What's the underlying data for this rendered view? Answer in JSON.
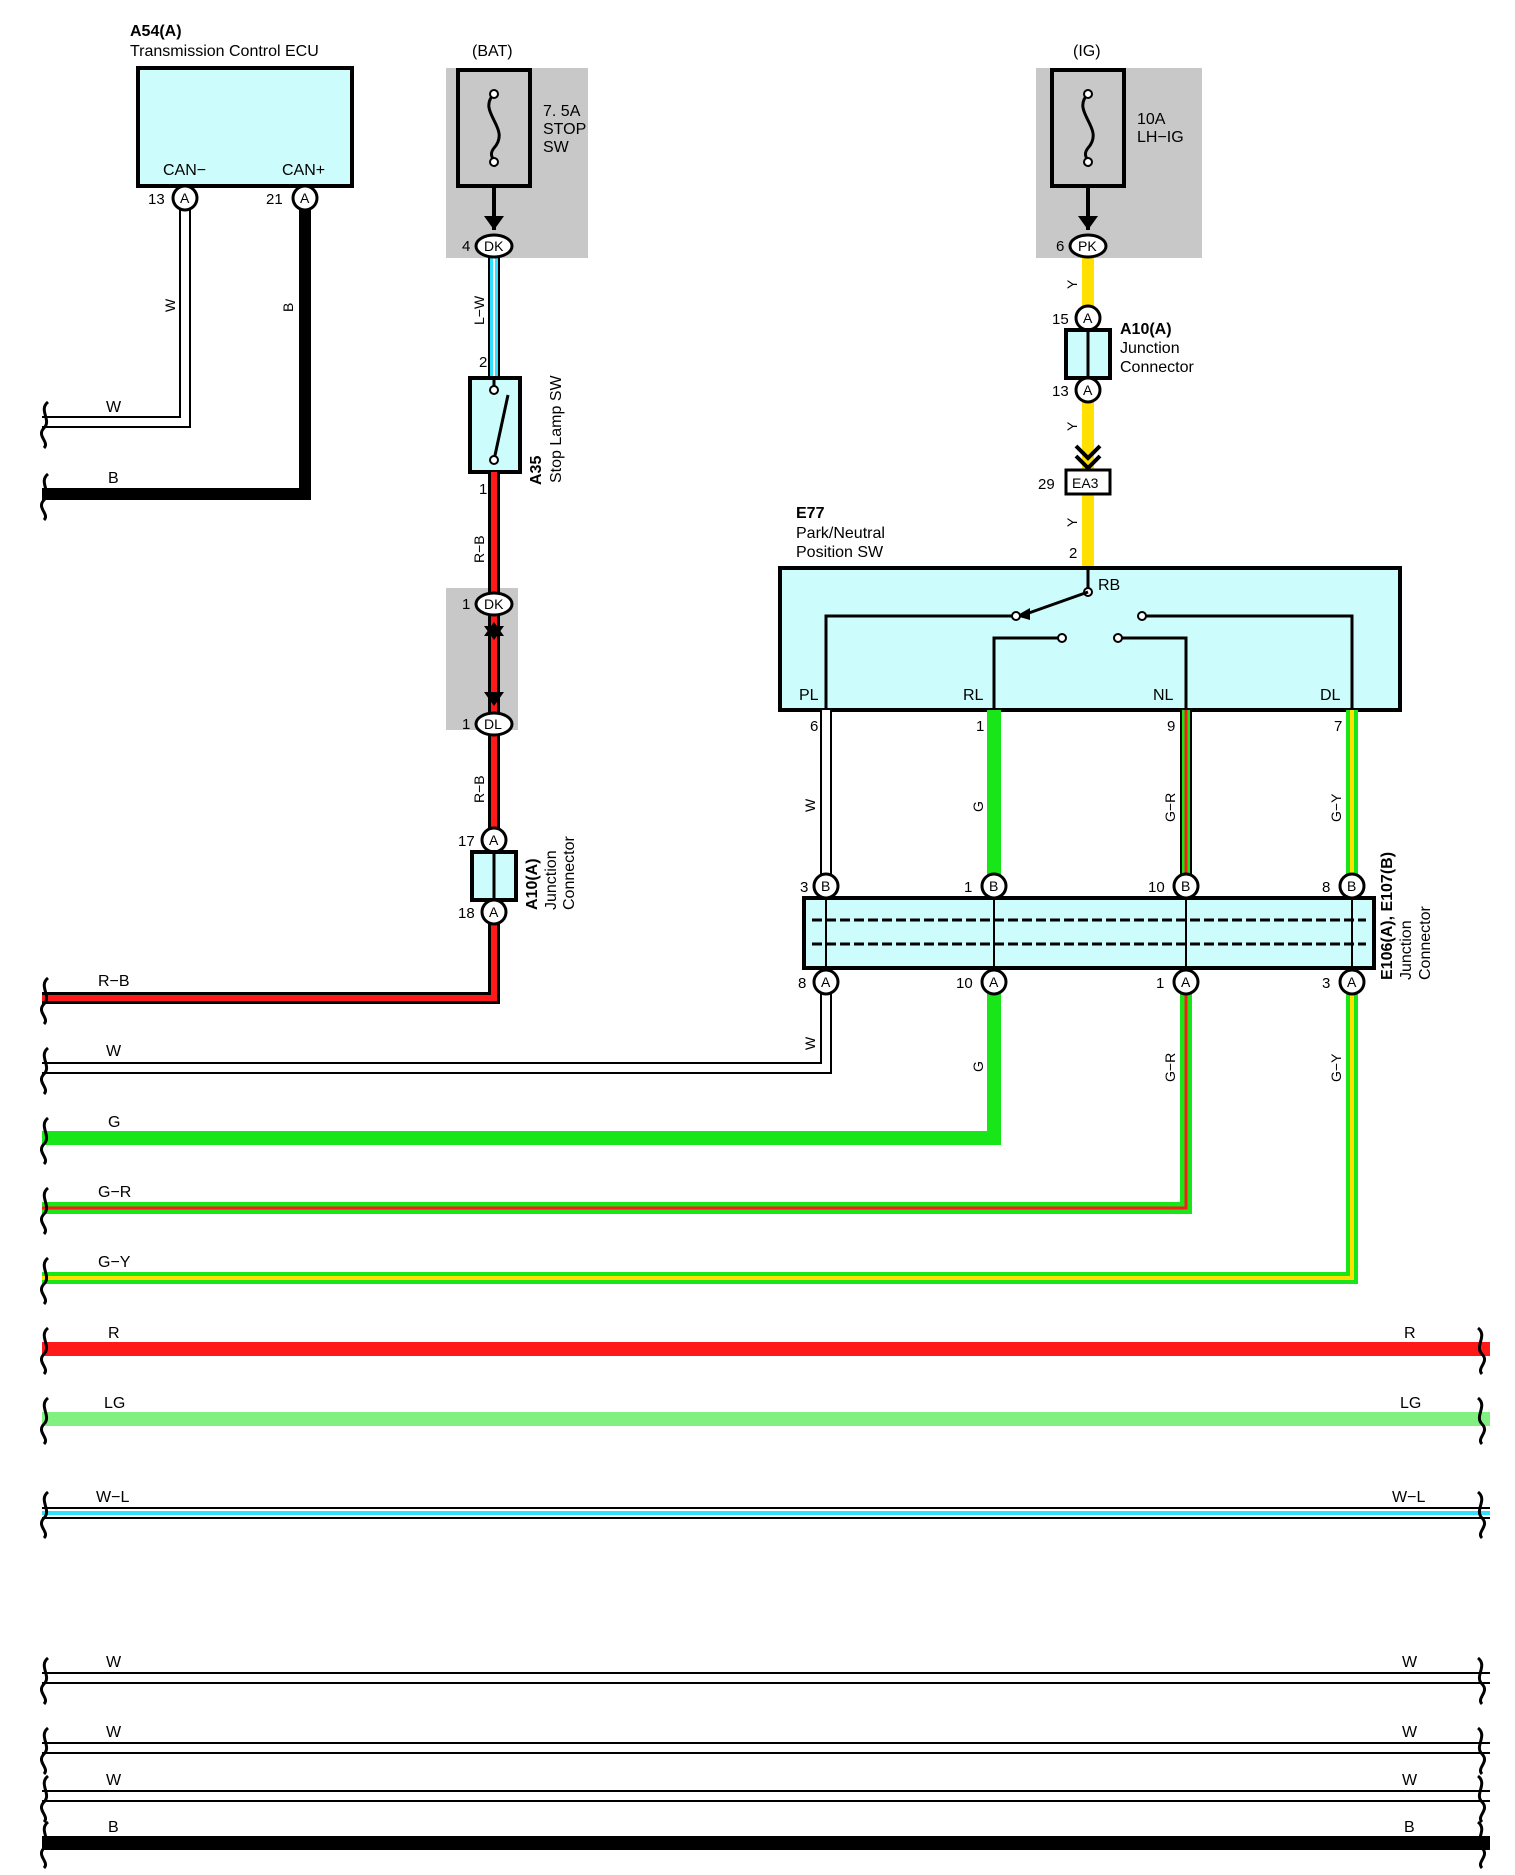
{
  "colors": {
    "W": "#ffffff",
    "B": "#000000",
    "R": "#ff1a1a",
    "G": "#19e619",
    "LG": "#80f080",
    "Y": "#ffe000",
    "L": "#33e0ff",
    "component_fill": "#ccfcfc",
    "fuse_block_fill": "#c8c8c8"
  },
  "ecu": {
    "id": "A54(A)",
    "name": "Transmission Control ECU",
    "pin_left_label": "CAN−",
    "pin_right_label": "CAN+",
    "pin_left_number": "13",
    "pin_right_number": "21",
    "pin_conn": "A",
    "wire_left_color": "W",
    "wire_right_color": "B"
  },
  "bat_fuse": {
    "supply": "(BAT)",
    "rating": "7. 5A",
    "name_line1": "STOP",
    "name_line2": "SW",
    "pin": "4",
    "conn": "DK"
  },
  "ig_fuse": {
    "supply": "(IG)",
    "rating": "10A",
    "name": "LH−IG",
    "pin": "6",
    "conn": "PK"
  },
  "stop_lamp": {
    "id": "A35",
    "name": "Stop Lamp SW",
    "pin_top": "2",
    "pin_bottom": "1",
    "wire_in": "L−W",
    "wire_out": "R−B"
  },
  "dk_dl": {
    "pin_dk": "1",
    "conn_dk": "DK",
    "pin_dl": "1",
    "conn_dl": "DL",
    "wire": "R−B"
  },
  "jc_left": {
    "id": "A10(A)",
    "name_line1": "Junction",
    "name_line2": "Connector",
    "pin_top": "17",
    "pin_bottom": "18",
    "conn": "A"
  },
  "jc_right": {
    "id": "A10(A)",
    "name_line1": "Junction",
    "name_line2": "Connector",
    "pin_top": "15",
    "pin_bottom": "13",
    "conn": "A",
    "wire": "Y"
  },
  "ea3": {
    "pin": "29",
    "conn": "EA3",
    "out_pin": "2"
  },
  "pnp_switch": {
    "id": "E77",
    "name_line1": "Park/Neutral",
    "name_line2": "Position SW",
    "common": "RB",
    "terminals": [
      {
        "label": "PL",
        "pin": "6",
        "wire": "W"
      },
      {
        "label": "RL",
        "pin": "1",
        "wire": "G"
      },
      {
        "label": "NL",
        "pin": "9",
        "wire": "G−R"
      },
      {
        "label": "DL",
        "pin": "7",
        "wire": "G−Y"
      }
    ]
  },
  "jc_e106": {
    "id": "E106(A), E107(B)",
    "name_line1": "Junction",
    "name_line2": "Connector",
    "top_pins": [
      {
        "pin": "3",
        "conn": "B"
      },
      {
        "pin": "1",
        "conn": "B"
      },
      {
        "pin": "10",
        "conn": "B"
      },
      {
        "pin": "8",
        "conn": "B"
      }
    ],
    "bottom_pins": [
      {
        "pin": "8",
        "conn": "A",
        "wire": "W"
      },
      {
        "pin": "10",
        "conn": "A",
        "wire": "G"
      },
      {
        "pin": "1",
        "conn": "A",
        "wire": "G−R"
      },
      {
        "pin": "3",
        "conn": "A",
        "wire": "G−Y"
      }
    ]
  },
  "buses": [
    {
      "label": "W",
      "right_label": ""
    },
    {
      "label": "B",
      "right_label": ""
    },
    {
      "label": "R−B",
      "right_label": ""
    },
    {
      "label": "W",
      "right_label": ""
    },
    {
      "label": "G",
      "right_label": ""
    },
    {
      "label": "G−R",
      "right_label": ""
    },
    {
      "label": "G−Y",
      "right_label": ""
    },
    {
      "label": "R",
      "right_label": "R"
    },
    {
      "label": "LG",
      "right_label": "LG"
    },
    {
      "label": "W−L",
      "right_label": "W−L"
    },
    {
      "label": "W",
      "right_label": "W"
    },
    {
      "label": "W",
      "right_label": "W"
    },
    {
      "label": "W",
      "right_label": "W"
    },
    {
      "label": "B",
      "right_label": "B"
    }
  ]
}
